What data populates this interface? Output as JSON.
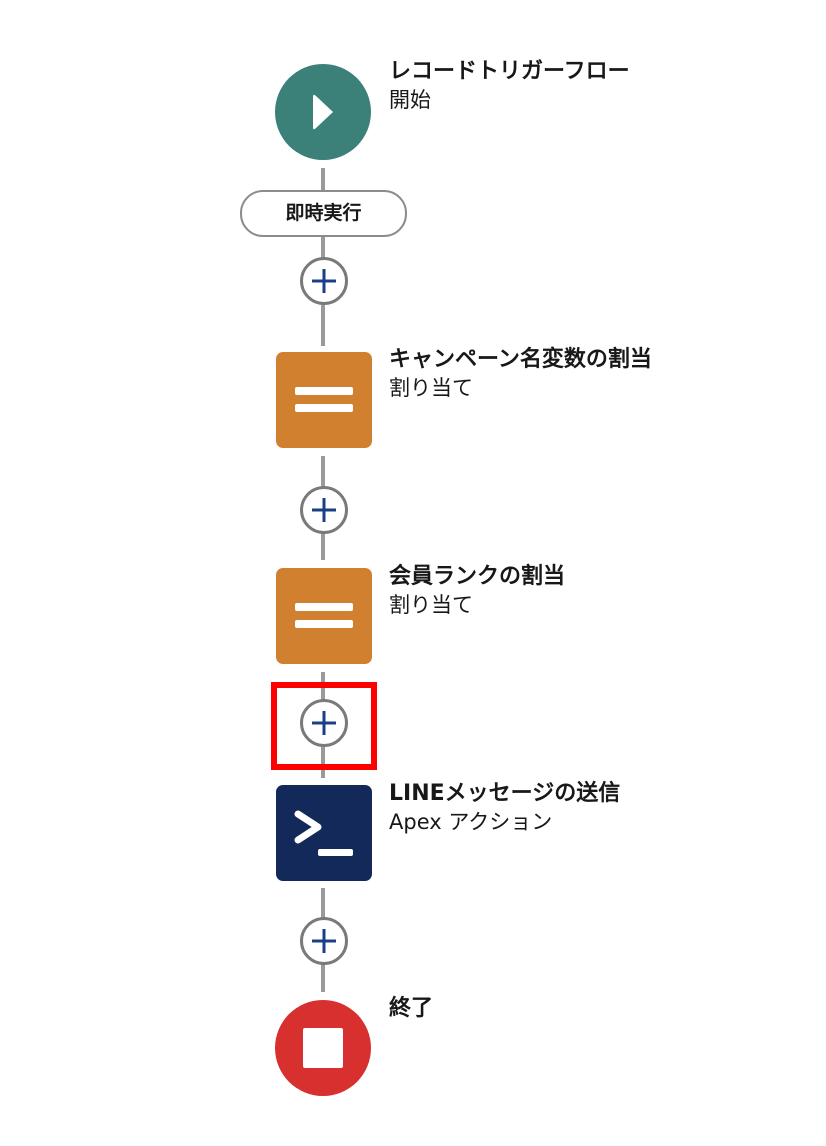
{
  "nodes": [
    {
      "title": "レコードトリガーフロー",
      "subtitle": "開始",
      "icon": "play-icon",
      "color": "#3b8079"
    },
    {
      "title": "キャンペーン名変数の割当",
      "subtitle": "割り当て",
      "icon": "equals-icon",
      "color": "#d0802e"
    },
    {
      "title": "会員ランクの割当",
      "subtitle": "割り当て",
      "icon": "equals-icon",
      "color": "#d0802e"
    },
    {
      "title": "LINEメッセージの送信",
      "subtitle": "Apex アクション",
      "icon": "terminal-icon",
      "color": "#13295a"
    },
    {
      "title": "終了",
      "icon": "stop-icon",
      "color": "#d8302f"
    }
  ],
  "path_label": "即時実行",
  "highlight_color": "#ff0000"
}
